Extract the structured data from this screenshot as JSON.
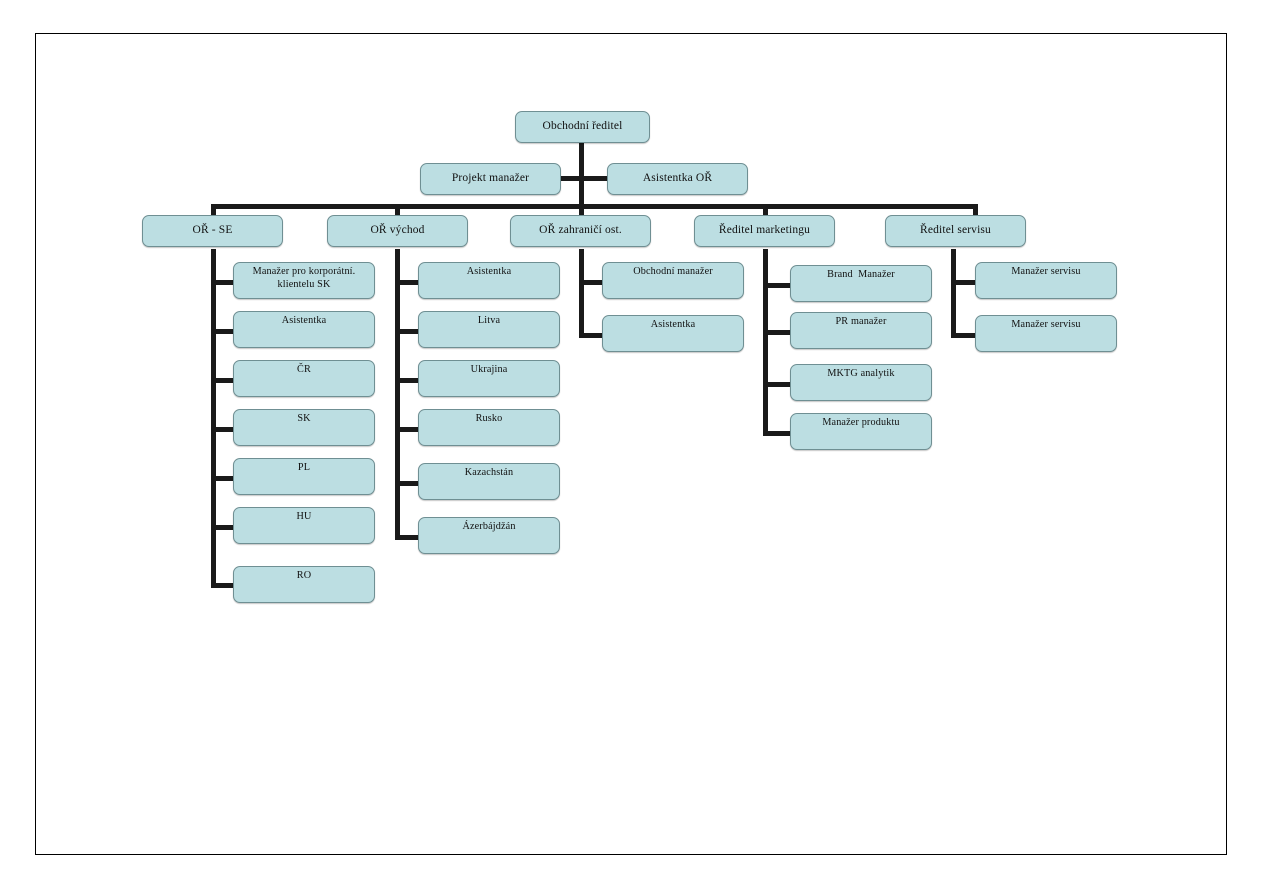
{
  "document": {
    "title": "Organizační schéma",
    "page_border_color": "#000000",
    "node_fill_color": "#bcdee2",
    "node_border_color": "#6f8f93",
    "connector_color": "#1a1a1a"
  },
  "chart_data": {
    "type": "diagram",
    "subtype": "org-chart",
    "title": "Organizační schéma obchodního úseku",
    "root": "Obchodní ředitel",
    "levels": 3,
    "node_count": 30
  },
  "root": {
    "label": "Obchodní ředitel"
  },
  "staff": [
    {
      "label": "Projekt manažer",
      "side": "left"
    },
    {
      "label": "Asistentka OŘ",
      "side": "right"
    }
  ],
  "divisions": [
    {
      "label": "OŘ - SE",
      "children": [
        {
          "label": "Manažer pro korporátní.\nklientelu SK"
        },
        {
          "label": "Asistentka"
        },
        {
          "label": "ČR"
        },
        {
          "label": "SK"
        },
        {
          "label": "PL"
        },
        {
          "label": "HU"
        },
        {
          "label": "RO"
        }
      ]
    },
    {
      "label": "OŘ východ",
      "children": [
        {
          "label": "Asistentka"
        },
        {
          "label": "Litva"
        },
        {
          "label": "Ukrajina"
        },
        {
          "label": "Rusko"
        },
        {
          "label": "Kazachstán"
        },
        {
          "label": "Ázerbájdžán"
        }
      ]
    },
    {
      "label": "OŘ zahraničí ost.",
      "children": [
        {
          "label": "Obchodní manažer"
        },
        {
          "label": "Asistentka"
        }
      ]
    },
    {
      "label": "Ředitel marketingu",
      "children": [
        {
          "label": "Brand  Manažer"
        },
        {
          "label": "PR manažer"
        },
        {
          "label": "MKTG analytik"
        },
        {
          "label": "Manažer produktu"
        }
      ]
    },
    {
      "label": "Ředitel servisu",
      "children": [
        {
          "label": "Manažer servisu"
        },
        {
          "label": "Manažer servisu"
        }
      ]
    }
  ]
}
